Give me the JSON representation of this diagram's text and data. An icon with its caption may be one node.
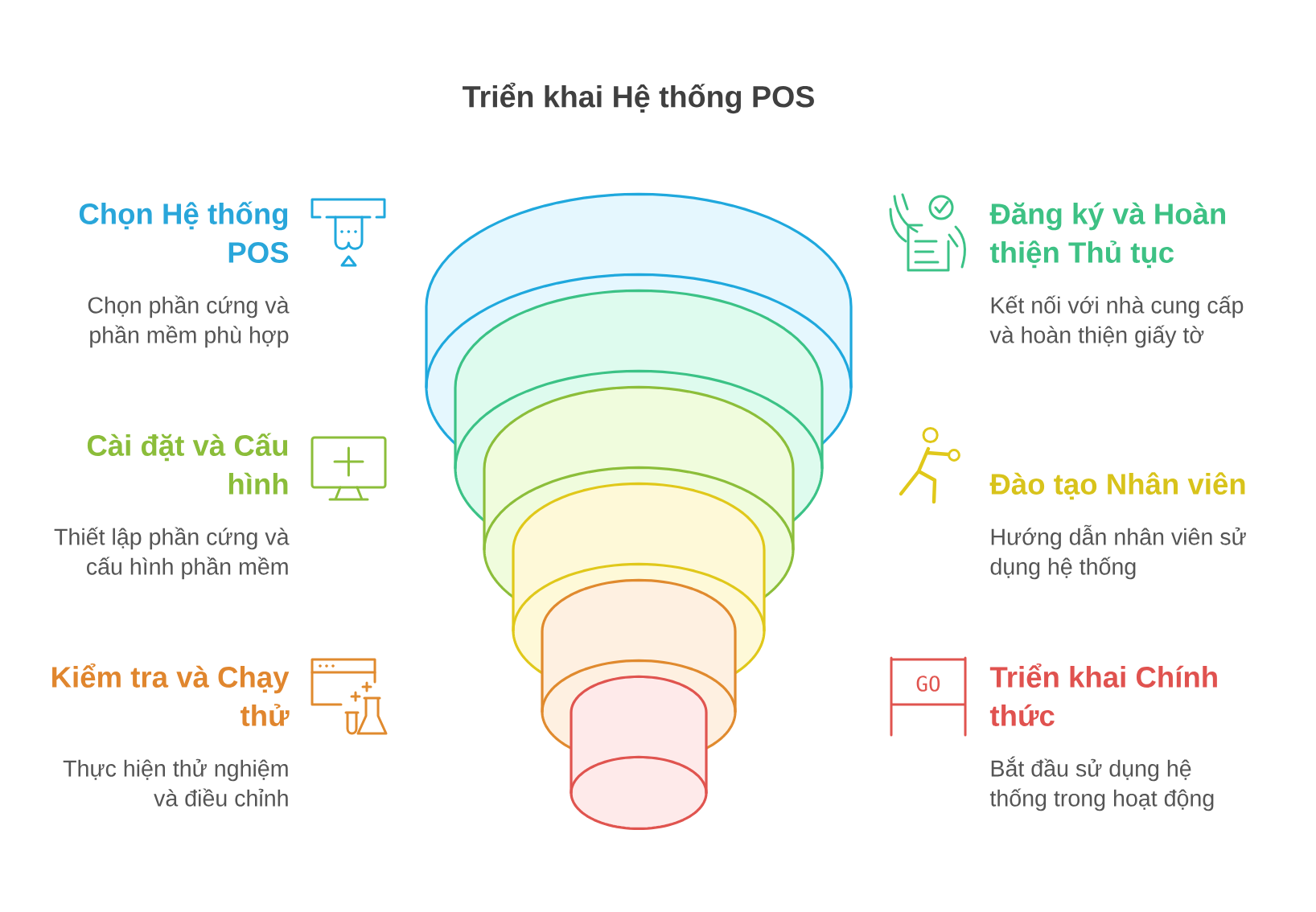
{
  "diagram": {
    "title": "Triển khai Hệ thống POS",
    "nodes": [
      {
        "text": [],
        "shape": "cylinder",
        "beside": [
          "Chọn Hệ thống POS",
          "Chọn phần cứng và phần mềm phù hợp"
        ]
      },
      {
        "text": [],
        "shape": "cylinder",
        "beside": [
          "Đăng ký và Hoàn thiện Thủ tục",
          "Kết nối với nhà cung cấp và hoàn thiện giấy tờ"
        ]
      },
      {
        "text": [],
        "shape": "cylinder",
        "beside": [
          "Cài đặt và Cấu hình",
          "Thiết lập phần cứng và cấu hình phần mềm"
        ]
      },
      {
        "text": [],
        "shape": "cylinder",
        "beside": [
          "Đào tạo Nhân viên",
          "Hướng dẫn nhân viên sử dụng hệ thống"
        ]
      },
      {
        "text": [],
        "shape": "cylinder",
        "beside": [
          "Kiểm tra và Chạy thử",
          "Thực hiện thử nghiệm và điều chỉnh"
        ]
      },
      {
        "text": [],
        "shape": "cylinder",
        "beside": [
          "Triển khai Chính thức",
          "Bắt đầu sử dụng hệ thống trong hoạt động"
        ]
      }
    ],
    "labels": [
      "GO"
    ]
  }
}
